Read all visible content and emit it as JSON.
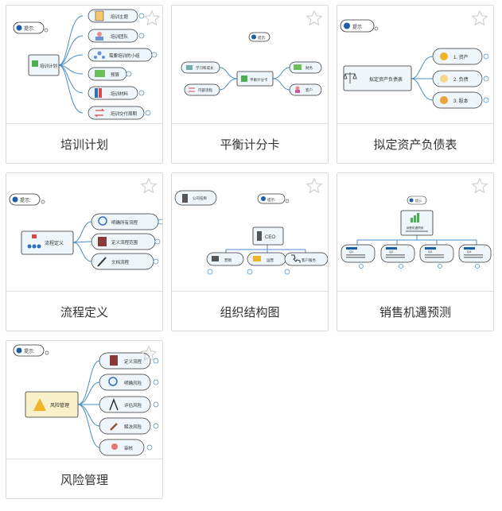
{
  "templates": [
    {
      "title": "培训计划",
      "tip": "提示:",
      "center": "培训计划",
      "branches": [
        "培训主题",
        "培训团队",
        "需要培训的小组",
        "预算",
        "培训材料",
        "培训交付周期"
      ]
    },
    {
      "title": "平衡计分卡",
      "tip": "提示:",
      "center": "平衡计分卡",
      "branches": [
        "学习和成长",
        "内部流程",
        "财务",
        "客户"
      ]
    },
    {
      "title": "拟定资产负债表",
      "tip": "提示",
      "center": "拟定资产负债表",
      "branches": [
        "1. 资产",
        "2. 负债",
        "3. 股本"
      ]
    },
    {
      "title": "流程定义",
      "tip": "提示:",
      "center": "流程定义",
      "branches": [
        "明确所有流程",
        "定义流程范围",
        "文档流程"
      ]
    },
    {
      "title": "组织结构图",
      "tip": "提示:",
      "company": "公司名称",
      "center": "CEO",
      "branches": [
        "营销",
        "运营",
        "客户服务"
      ]
    },
    {
      "title": "销售机遇预测",
      "tip": "提示",
      "center": "销售机遇预测",
      "branches": [
        "Q1",
        "Q2",
        "Q3",
        "Q4"
      ]
    },
    {
      "title": "风险管理",
      "tip": "提示:",
      "center": "风险管理",
      "branches": [
        "定义流程",
        "明确风险",
        "评估风险",
        "解决风险",
        "审核"
      ]
    }
  ]
}
